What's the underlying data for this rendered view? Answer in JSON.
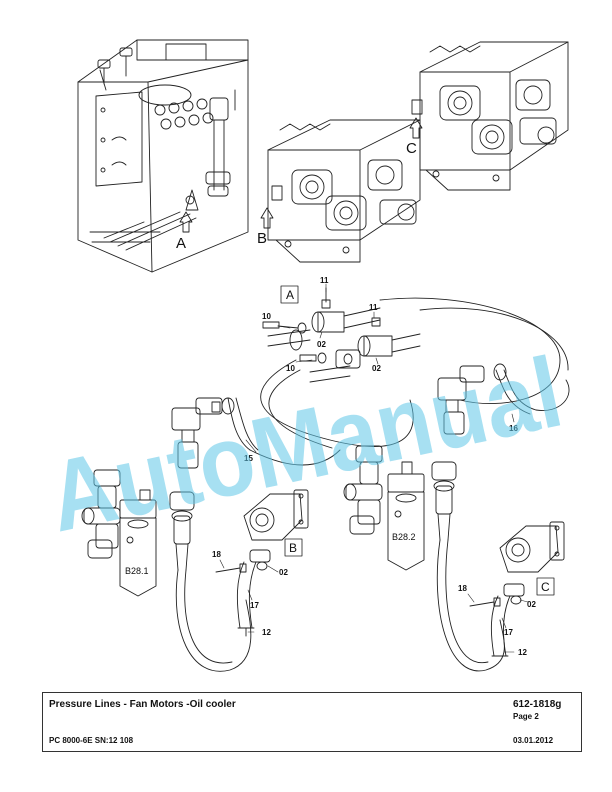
{
  "watermark": "AutoManual",
  "views": {
    "a": "A",
    "b": "B",
    "c": "C"
  },
  "detail_boxes": {
    "a": "A",
    "b": "B",
    "c": "C"
  },
  "filters": {
    "left": "B28.1",
    "right": "B28.2"
  },
  "callouts": {
    "p11a": "11",
    "p11b": "11",
    "p10a": "10",
    "p10b": "10",
    "p02a": "02",
    "p02b": "02",
    "p02c": "02",
    "p02d": "02",
    "p15": "15",
    "p16": "16",
    "p18a": "18",
    "p18b": "18",
    "p17a": "17",
    "p17b": "17",
    "p12a": "12",
    "p12b": "12"
  },
  "footer": {
    "title": "Pressure Lines - Fan Motors -Oil cooler",
    "code": "612-1818g",
    "page": "Page 2",
    "model": "PC 8000-6E SN:12 108",
    "date": "03.01.2012"
  }
}
